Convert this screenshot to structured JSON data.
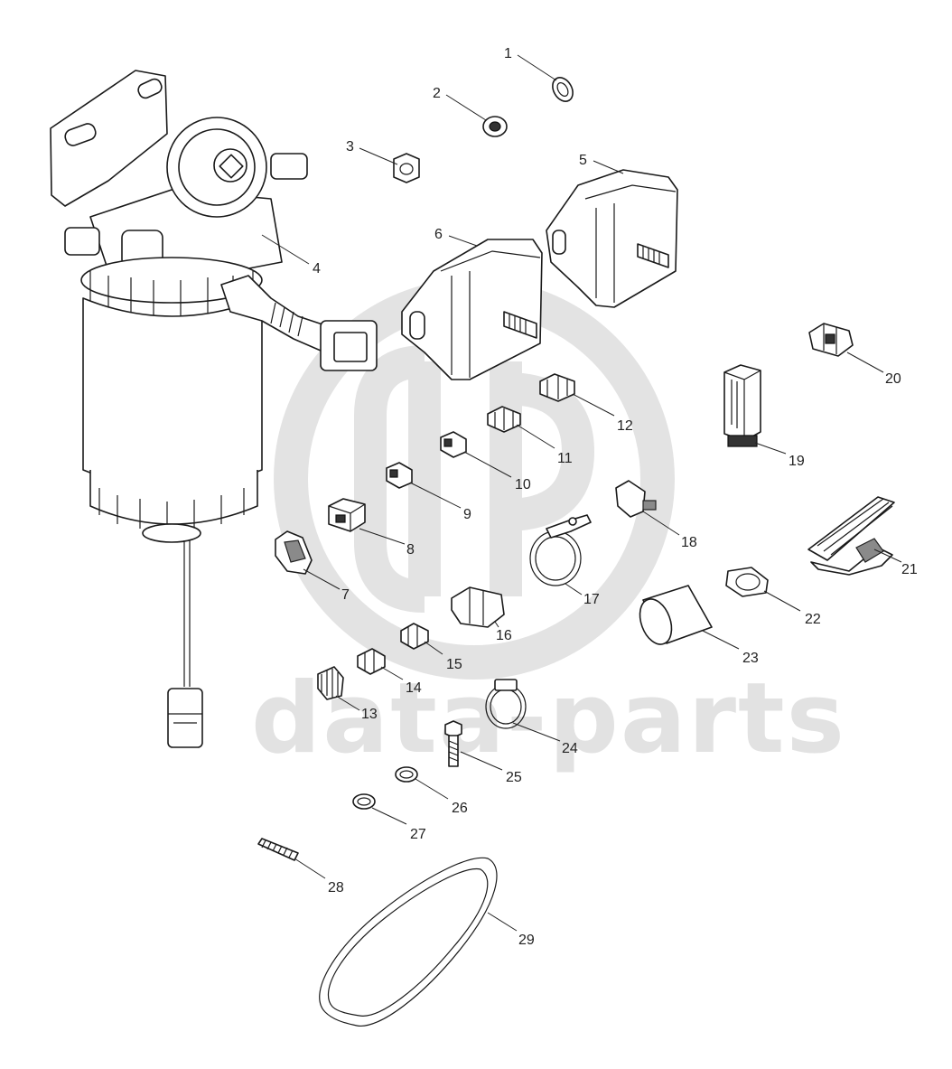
{
  "watermark": {
    "text": "data-parts",
    "color": "#e2e2e2"
  },
  "top_note": "",
  "callouts": [
    "1",
    "2",
    "3",
    "4",
    "5",
    "6",
    "7",
    "8",
    "9",
    "10",
    "11",
    "12",
    "13",
    "14",
    "15",
    "16",
    "17",
    "18",
    "19",
    "20",
    "21",
    "22",
    "23",
    "24",
    "25",
    "26",
    "27",
    "28",
    "29"
  ]
}
